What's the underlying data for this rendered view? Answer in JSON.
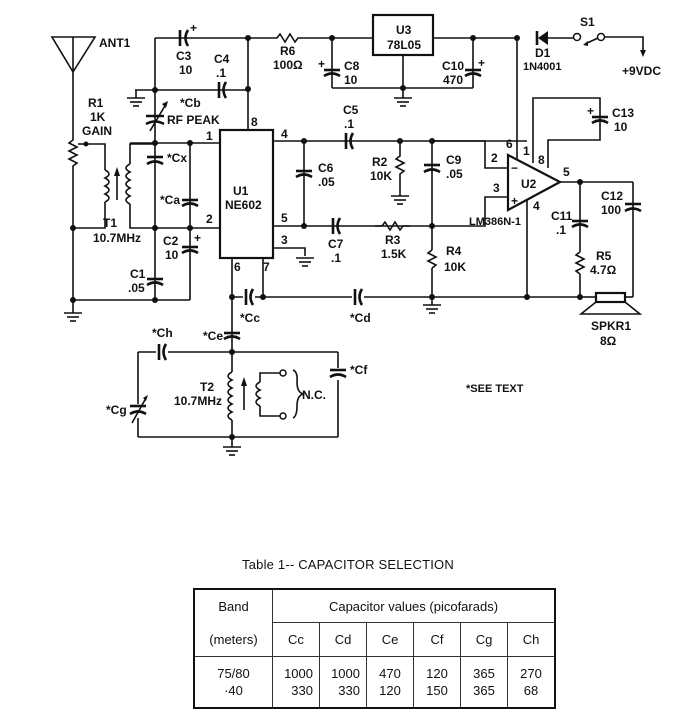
{
  "schematic": {
    "title": "NE602 / LM386 10.7MHz receiver schematic",
    "labels": {
      "ant1": "ANT1",
      "r1_name": "R1",
      "r1_value": "1K",
      "r1_function": "GAIN",
      "c3_name": "C3",
      "c3_value": "10",
      "c4_name": "C4",
      "c4_value": ".1",
      "cb": "*Cb",
      "rf_peak": "RF PEAK",
      "r6_name": "R6",
      "r6_value": "100Ω",
      "u3_name": "U3",
      "u3_part": "78L05",
      "c8_name": "C8",
      "c8_value": "10",
      "c10_name": "C10",
      "c10_value": "470",
      "d1_name": "D1",
      "d1_part": "1N4001",
      "s1_name": "S1",
      "supply": "+9VDC",
      "cx": "*Cx",
      "ca": "*Ca",
      "t1_name": "T1",
      "t1_freq": "10.7MHz",
      "c2_name": "C2",
      "c2_value": "10",
      "c1_name": "C1",
      "c1_value": ".05",
      "u1_name": "U1",
      "u1_part": "NE602",
      "c5_name": "C5",
      "c5_value": ".1",
      "c6_name": "C6",
      "c6_value": ".05",
      "r2_name": "R2",
      "r2_value": "10K",
      "c9_name": "C9",
      "c9_value": ".05",
      "c7_name": "C7",
      "c7_value": ".1",
      "r3_name": "R3",
      "r3_value": "1.5K",
      "r4_name": "R4",
      "r4_value": "10K",
      "u2_name": "U2",
      "u2_part": "LM386N-1",
      "c13_name": "C13",
      "c13_value": "10",
      "c12_name": "C12",
      "c12_value": "100",
      "c11_name": "C11",
      "c11_value": ".1",
      "r5_name": "R5",
      "r5_value": "4.7Ω",
      "spkr_name": "SPKR1",
      "spkr_value": "8Ω",
      "cc": "*Cc",
      "cd": "*Cd",
      "ce": "*Ce",
      "cf": "*Cf",
      "cg": "*Cg",
      "ch": "*Ch",
      "t2_name": "T2",
      "t2_freq": "10.7MHz",
      "nc": "N.C.",
      "see_text": "*SEE TEXT",
      "plus": "+",
      "minus": "−"
    },
    "u1_pins": [
      "1",
      "2",
      "3",
      "4",
      "5",
      "6",
      "7",
      "8"
    ],
    "u2_pins": [
      "1",
      "2",
      "3",
      "4",
      "5",
      "6",
      "8"
    ]
  },
  "table": {
    "title": "Table 1-- CAPACITOR SELECTION",
    "band_header": "Band",
    "band_unit": "(meters)",
    "values_header": "Capacitor values (picofarads)",
    "columns": [
      "Cc",
      "Cd",
      "Ce",
      "Cf",
      "Cg",
      "Ch"
    ],
    "bands": [
      "75/80",
      "·40"
    ],
    "rows": [
      {
        "band": "75/80",
        "Cc": "1000",
        "Cd": "1000",
        "Ce": "470",
        "Cf": "120",
        "Cg": "365",
        "Ch": "270"
      },
      {
        "band": "40",
        "Cc": "330",
        "Cd": "330",
        "Ce": "120",
        "Cf": "150",
        "Cg": "365",
        "Ch": "68"
      }
    ]
  }
}
